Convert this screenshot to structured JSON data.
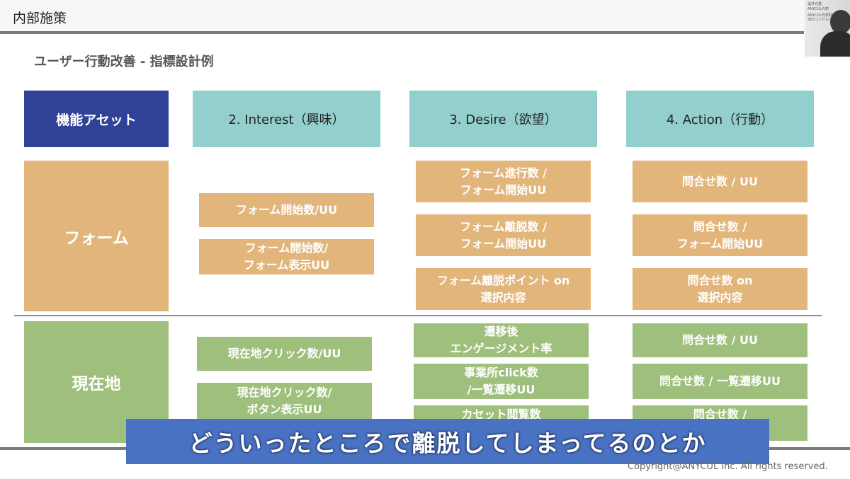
{
  "header": {
    "title": "内部施策"
  },
  "presenter": {
    "name_line": "酒井元基",
    "sub_line": "ANYCUL代表",
    "role_line1": "ANYCUL代表取締役",
    "role_line2": "SEOコンサルタント"
  },
  "slide": {
    "subtitle": "ユーザー行動改善 - 指標設計例",
    "headers": {
      "function": "機能アセット",
      "interest": "2. Interest（興味）",
      "desire": "3. Desire（欲望）",
      "action": "4. Action（行動）"
    },
    "rows": {
      "form": {
        "label": "フォーム",
        "interest": [
          "フォーム開始数/UU",
          "フォーム開始数/\nフォーム表示UU"
        ],
        "desire": [
          "フォーム進行数 /\nフォーム開始UU",
          "フォーム離脱数 /\nフォーム開始UU",
          "フォーム離脱ポイント on\n選択内容"
        ],
        "action": [
          "問合せ数 / UU",
          "問合せ数 /\nフォーム開始UU",
          "問合せ数 on\n選択内容"
        ]
      },
      "location": {
        "label": "現在地",
        "interest": [
          "現在地クリック数/UU",
          "現在地クリック数/\nボタン表示UU"
        ],
        "desire": [
          "遷移後\nエンゲージメント率",
          "事業所click数\n/一覧遷移UU",
          "カセット閲覧数\n/一覧遷移UU"
        ],
        "action": [
          "問合せ数 / UU",
          "問合せ数 / 一覧遷移UU",
          "問合せ数 /\n事業所詳細UU"
        ]
      }
    },
    "copyright": "Copyright@ANYCUL Inc. All rights reserved."
  },
  "caption": "どういったところで離脱してしまってるのとか",
  "colors": {
    "function_header": "#2f4297",
    "stage_header": "#93cfcc",
    "form_orange": "#e2b57b",
    "location_green": "#9fbf7c",
    "caption_bg": "#4a72c2"
  }
}
